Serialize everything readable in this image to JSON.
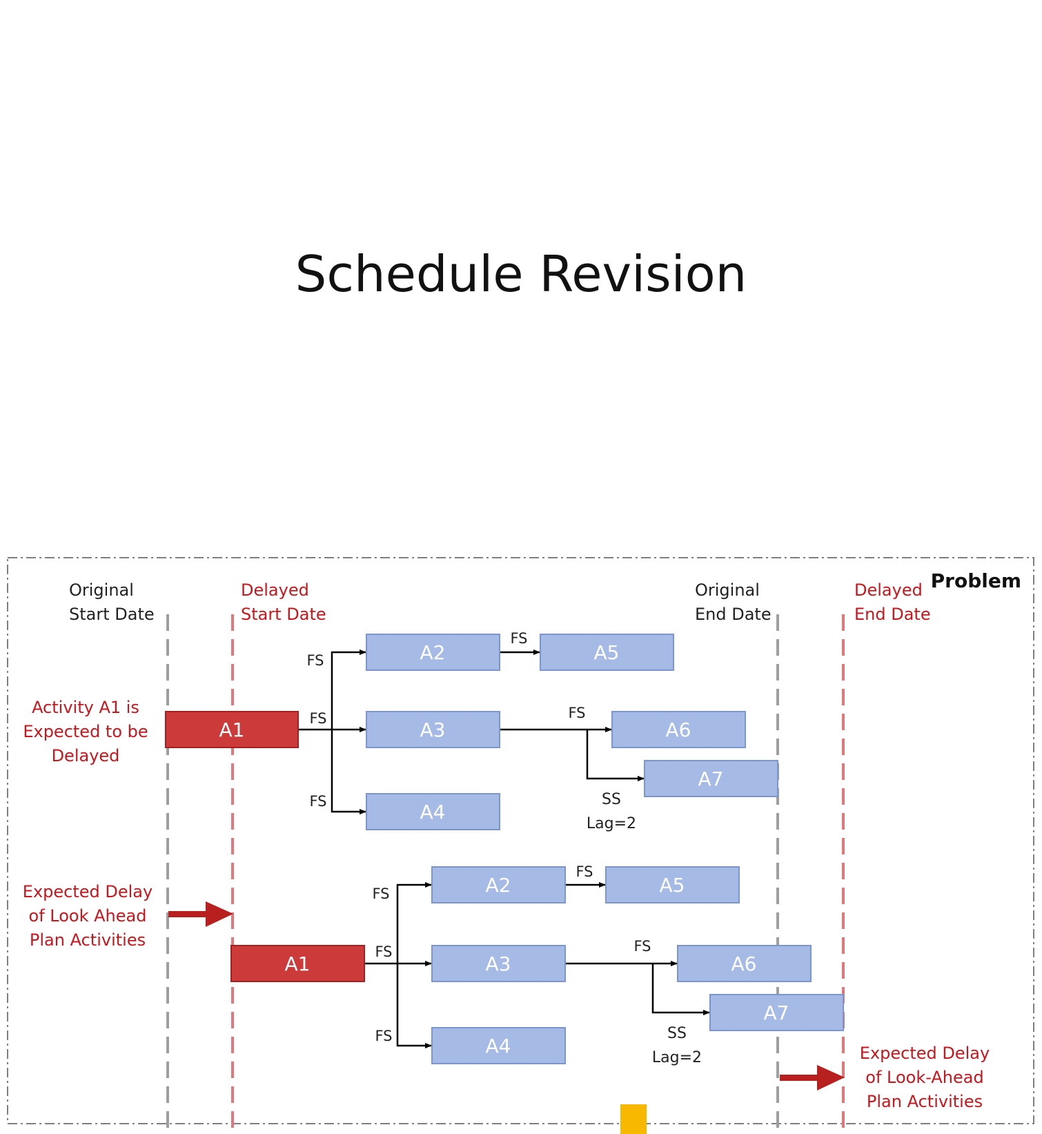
{
  "title": "Schedule Revision",
  "panel": {
    "tag": "Problem",
    "markers": {
      "original_start": [
        "Original",
        "Start Date"
      ],
      "delayed_start": [
        "Delayed",
        "Start Date"
      ],
      "original_end": [
        "Original",
        "End Date"
      ],
      "delayed_end": [
        "Delayed",
        "End Date"
      ]
    },
    "notes": {
      "a1_delay": [
        "Activity A1 is",
        "Expected to be",
        "Delayed"
      ],
      "lookahead_delay": [
        "Expected Delay",
        "of Look Ahead",
        "Plan Activities"
      ],
      "lookahead_delay_end": [
        "Expected Delay",
        "of Look-Ahead",
        "Plan Activities"
      ]
    },
    "activities": [
      "A1",
      "A2",
      "A3",
      "A4",
      "A5",
      "A6",
      "A7"
    ],
    "relations": {
      "fs": "FS",
      "ss": "SS",
      "lag": "Lag=2"
    }
  },
  "colors": {
    "critical": "#CC3A3A",
    "activity": "#A5BAE5",
    "activity_border": "#7C95CF",
    "red_text": "#C8161D",
    "gray_line": "#9E9E9E",
    "red_line": "#E07A7A",
    "arrow": "#B81F1F",
    "accent": "#F9B800"
  }
}
